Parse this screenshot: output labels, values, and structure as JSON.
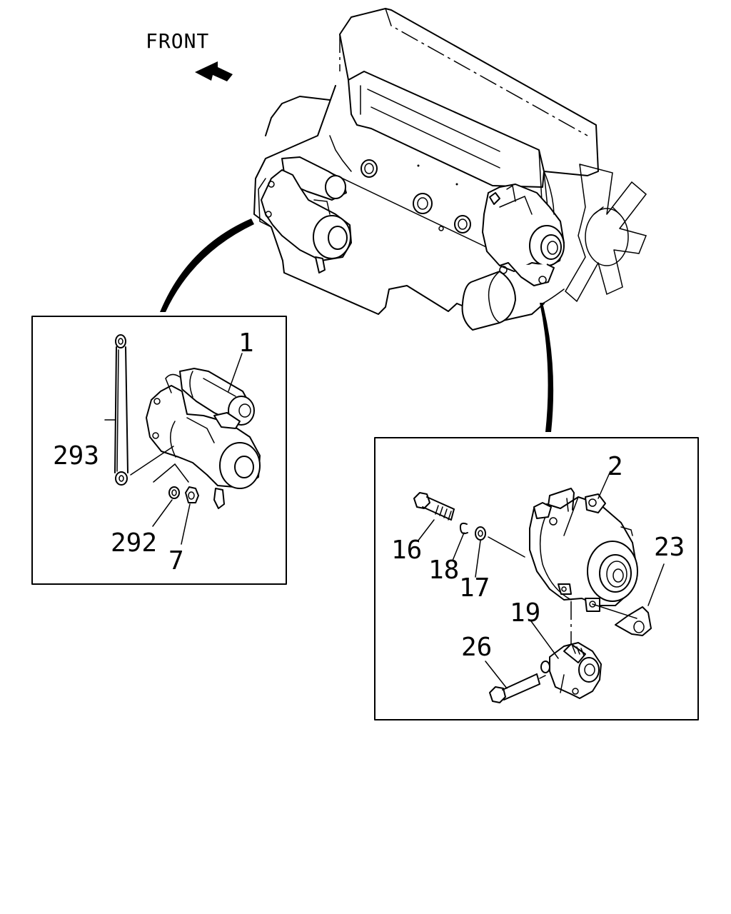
{
  "direction_label": "FRONT",
  "callouts": {
    "starter": "1",
    "alternator": "2",
    "nut": "7",
    "bolt": "16",
    "washer": "17",
    "spring_washer": "18",
    "adjust_bracket": "19",
    "plate": "23",
    "adjust_bolt": "26",
    "lock_washer": "292",
    "stud": "293"
  }
}
